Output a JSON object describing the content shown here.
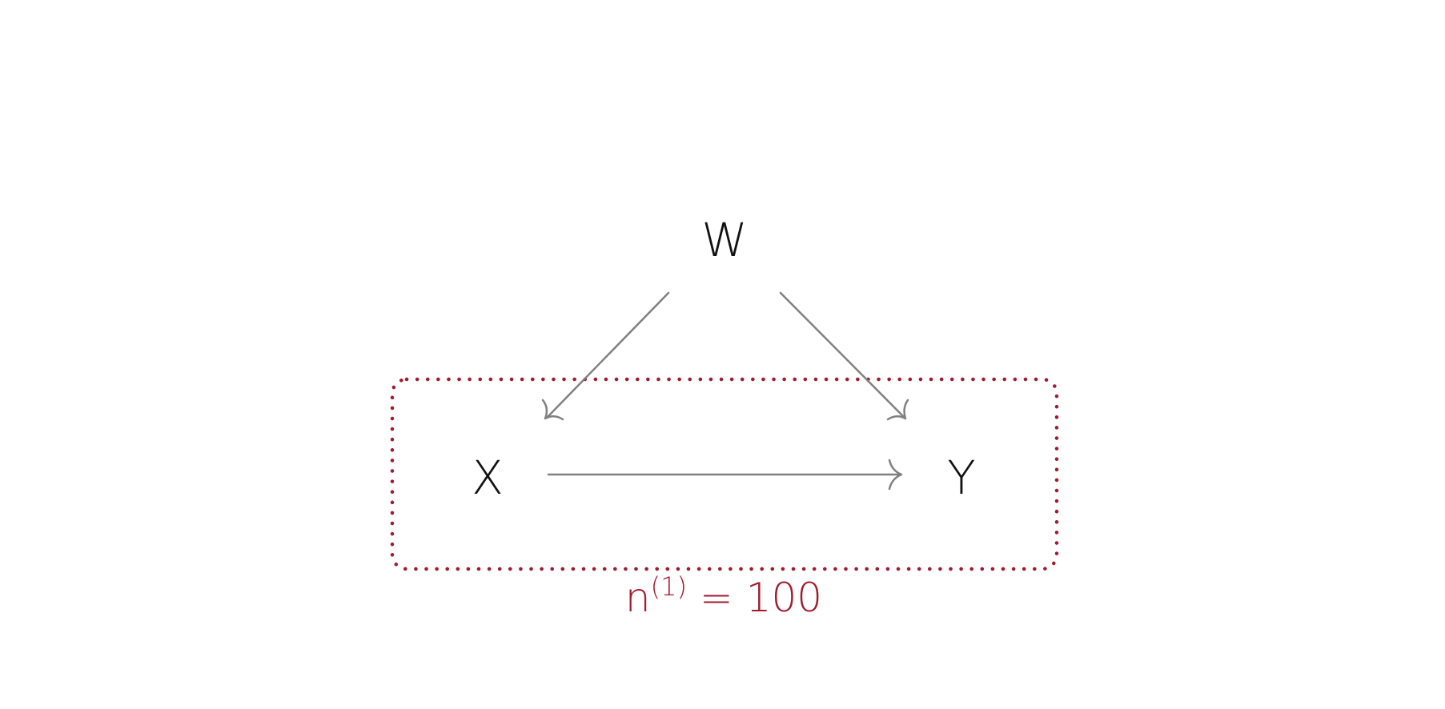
{
  "nodes": {
    "w": "W",
    "x": "X",
    "y": "Y"
  },
  "edges": [
    {
      "from": "W",
      "to": "X"
    },
    {
      "from": "W",
      "to": "Y"
    },
    {
      "from": "X",
      "to": "Y"
    }
  ],
  "group": {
    "members": [
      "X",
      "Y"
    ],
    "label": {
      "base": "n",
      "superscript": "(1)",
      "rest": " = 100"
    }
  },
  "colors": {
    "node_text": "#111111",
    "edge": "#808080",
    "group": "#a21a2e",
    "background": "#ffffff"
  }
}
